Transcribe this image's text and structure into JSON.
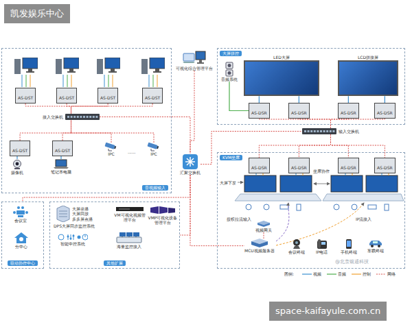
{
  "diagram": {
    "nodes": [
      {
        "text": [
          "音视频输入"
        ]
      },
      {
        "text": [
          "AS-DST"
        ],
        "in": 0
      },
      {
        "text": [
          "AS-DST"
        ],
        "in": 0
      },
      {
        "text": [
          "AS-DST"
        ],
        "in": 0
      },
      {
        "text": [
          "AS-DST"
        ],
        "in": 0
      },
      {
        "text": [
          "接入交换机"
        ],
        "in": 0
      },
      {
        "text": [
          "AS-DST"
        ],
        "in": 0
      },
      {
        "text": [
          "AS-DST"
        ],
        "in": 0
      },
      {
        "text": [
          "摄像机"
        ],
        "in": 0
      },
      {
        "text": [
          "笔记本电脑"
        ],
        "in": 0
      },
      {
        "text": [
          "IPC"
        ],
        "in": 0
      },
      {
        "text": [
          "IPC"
        ],
        "in": 0
      },
      {
        "text": [
          "可视化综合管理平台"
        ]
      },
      {
        "text": [
          "大屏拼控"
        ]
      },
      {
        "text": [
          "音频系统"
        ],
        "in": 13
      },
      {
        "text": [
          "LED大屏"
        ],
        "in": 13
      },
      {
        "text": [
          "LCD拼接屏"
        ],
        "in": 13
      },
      {
        "text": [
          "AS-DSR"
        ],
        "in": 13
      },
      {
        "text": [
          "AS-DSR"
        ],
        "in": 13
      },
      {
        "text": [
          "AS-DSR"
        ],
        "in": 13
      },
      {
        "text": [
          "AS-DSR"
        ],
        "in": 13
      },
      {
        "text": [
          "输入交换机"
        ]
      },
      {
        "text": [
          "汇聚交换机"
        ]
      },
      {
        "text": [
          "KVM坐席"
        ]
      },
      {
        "text": [
          "AS-DSR"
        ],
        "in": 23
      },
      {
        "text": [
          "AS-DSR"
        ],
        "in": 23
      },
      {
        "text": [
          "AS-DSR"
        ],
        "in": 23
      },
      {
        "text": [
          "AS-DSR"
        ],
        "in": 23
      },
      {
        "text": [
          "视频网关"
        ],
        "in": 23
      },
      {
        "text": [
          "MCU视频服务器"
        ],
        "in": 23
      },
      {
        "text": [
          "会议终端"
        ],
        "in": 23
      },
      {
        "text": [
          "IP电话"
        ],
        "in": 23
      },
      {
        "text": [
          "手机终端"
        ],
        "in": 23
      },
      {
        "text": [
          "车载终端"
        ],
        "in": 23
      },
      {
        "text": [
          "联动协作中心"
        ]
      },
      {
        "text": [
          "会议室"
        ],
        "in": 34
      },
      {
        "text": [
          "分中心"
        ],
        "in": 34
      },
      {
        "text": [
          "其他扩展"
        ]
      },
      {
        "text": [
          "大屏录播",
          "大屏回放",
          "多多屏点播",
          "DPS大屏同步监控系统"
        ],
        "in": 37
      },
      {
        "text": [
          "VM可视化视频管理平台"
        ],
        "in": 37
      },
      {
        "text": [
          "VMP可视化设备管理平台"
        ],
        "in": 37
      },
      {
        "text": [
          "智能中控系统"
        ],
        "in": 37
      },
      {
        "text": [
          "海量监控接入"
        ],
        "in": 37
      }
    ],
    "edges": [
      {
        "from": 1,
        "to": 5,
        "arrow": "none"
      },
      {
        "from": 2,
        "to": 5,
        "arrow": "none"
      },
      {
        "from": 3,
        "to": 5,
        "arrow": "none"
      },
      {
        "from": 4,
        "to": 5,
        "arrow": "none"
      },
      {
        "from": 8,
        "to": 6,
        "arrow": "none"
      },
      {
        "from": 9,
        "to": 7,
        "arrow": "none"
      },
      {
        "from": 6,
        "to": 5,
        "arrow": "none"
      },
      {
        "from": 7,
        "to": 5,
        "arrow": "none"
      },
      {
        "from": 10,
        "to": 5,
        "arrow": "none"
      },
      {
        "from": 11,
        "to": 5,
        "arrow": "none"
      },
      {
        "from": 5,
        "to": 22,
        "arrow": "none"
      },
      {
        "from": 12,
        "to": 22,
        "arrow": "none"
      },
      {
        "from": 22,
        "to": 21,
        "arrow": "none"
      },
      {
        "from": 21,
        "to": 17,
        "arrow": "none"
      },
      {
        "from": 21,
        "to": 18,
        "arrow": "none"
      },
      {
        "from": 21,
        "to": 19,
        "arrow": "none"
      },
      {
        "from": 21,
        "to": 20,
        "arrow": "none"
      },
      {
        "from": 17,
        "to": 15,
        "arrow": "none"
      },
      {
        "from": 18,
        "to": 15,
        "arrow": "none"
      },
      {
        "from": 19,
        "to": 16,
        "arrow": "none"
      },
      {
        "from": 20,
        "to": 16,
        "arrow": "none"
      },
      {
        "from": 14,
        "to": 17,
        "arrow": "none"
      },
      {
        "from": 21,
        "to": 24,
        "arrow": "none"
      },
      {
        "from": 21,
        "to": 25,
        "arrow": "none"
      },
      {
        "from": 21,
        "to": 26,
        "arrow": "none"
      },
      {
        "from": 21,
        "to": 27,
        "arrow": "none"
      },
      {
        "from": 22,
        "to": 29,
        "arrow": "none"
      },
      {
        "from": 22,
        "to": 37,
        "arrow": "none"
      },
      {
        "from": 22,
        "to": 34,
        "arrow": "none"
      },
      {
        "from": 28,
        "to": 29,
        "arrow": "none"
      }
    ],
    "labels": [
      "凯发娱乐中心",
      "......",
      "大屏下发",
      "坐席协作",
      "授权拉流输入",
      "IP流接入",
      "@北京银通科技",
      "图例:",
      "space-kaifayule.com.cn"
    ],
    "legend": [
      {
        "text": "视频"
      },
      {
        "text": "音频"
      },
      {
        "text": "控制"
      },
      {
        "text": "网络"
      }
    ]
  }
}
